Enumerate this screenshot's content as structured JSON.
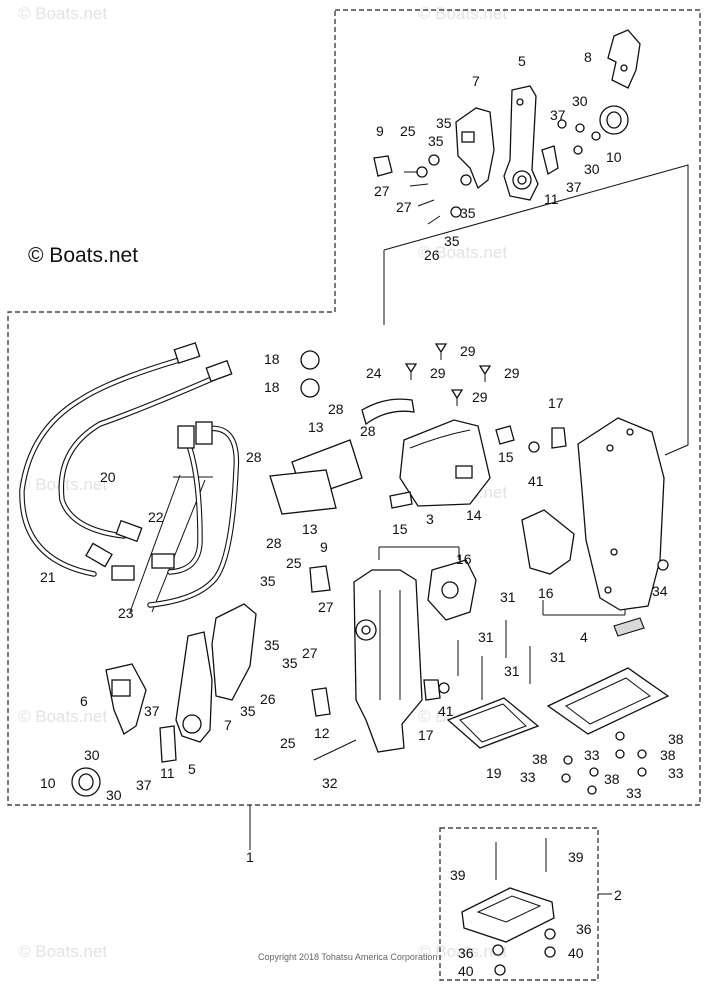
{
  "watermark": {
    "text": "© Boats.net"
  },
  "brand_label": "© Boats.net",
  "copyright": "Copyright 2018 Tohatsu America Corporation",
  "callouts": [
    {
      "id": "c8",
      "n": "8"
    },
    {
      "id": "c5",
      "n": "5"
    },
    {
      "id": "c7",
      "n": "7"
    },
    {
      "id": "c30a",
      "n": "30"
    },
    {
      "id": "c37a",
      "n": "37"
    },
    {
      "id": "c9a",
      "n": "9"
    },
    {
      "id": "c25a",
      "n": "25"
    },
    {
      "id": "c35a",
      "n": "35"
    },
    {
      "id": "c35b",
      "n": "35"
    },
    {
      "id": "c30b",
      "n": "30"
    },
    {
      "id": "c10a",
      "n": "10"
    },
    {
      "id": "c37b",
      "n": "37"
    },
    {
      "id": "c11a",
      "n": "11"
    },
    {
      "id": "c27a",
      "n": "27"
    },
    {
      "id": "c27b",
      "n": "27"
    },
    {
      "id": "c35c",
      "n": "35"
    },
    {
      "id": "c35d",
      "n": "35"
    },
    {
      "id": "c26a",
      "n": "26"
    },
    {
      "id": "c29a",
      "n": "29"
    },
    {
      "id": "c18a",
      "n": "18"
    },
    {
      "id": "c29b",
      "n": "29"
    },
    {
      "id": "c29c",
      "n": "29"
    },
    {
      "id": "c18b",
      "n": "18"
    },
    {
      "id": "c24",
      "n": "24"
    },
    {
      "id": "c29d",
      "n": "29"
    },
    {
      "id": "c28a",
      "n": "28"
    },
    {
      "id": "c17a",
      "n": "17"
    },
    {
      "id": "c13a",
      "n": "13"
    },
    {
      "id": "c28b",
      "n": "28"
    },
    {
      "id": "c15a",
      "n": "15"
    },
    {
      "id": "c20",
      "n": "20"
    },
    {
      "id": "c28c",
      "n": "28"
    },
    {
      "id": "c41a",
      "n": "41"
    },
    {
      "id": "c14",
      "n": "14"
    },
    {
      "id": "c22",
      "n": "22"
    },
    {
      "id": "c3",
      "n": "3"
    },
    {
      "id": "c15b",
      "n": "15"
    },
    {
      "id": "c13b",
      "n": "13"
    },
    {
      "id": "c28d",
      "n": "28"
    },
    {
      "id": "c21",
      "n": "21"
    },
    {
      "id": "c9b",
      "n": "9"
    },
    {
      "id": "c25b",
      "n": "25"
    },
    {
      "id": "c16a",
      "n": "16"
    },
    {
      "id": "c35e",
      "n": "35"
    },
    {
      "id": "c27c",
      "n": "27"
    },
    {
      "id": "c23",
      "n": "23"
    },
    {
      "id": "c16b",
      "n": "16"
    },
    {
      "id": "c34",
      "n": "34"
    },
    {
      "id": "c31a",
      "n": "31"
    },
    {
      "id": "c35f",
      "n": "35"
    },
    {
      "id": "c27d",
      "n": "27"
    },
    {
      "id": "c4",
      "n": "4"
    },
    {
      "id": "c35g",
      "n": "35"
    },
    {
      "id": "c31b",
      "n": "31"
    },
    {
      "id": "c31c",
      "n": "31"
    },
    {
      "id": "c31d",
      "n": "31"
    },
    {
      "id": "c6",
      "n": "6"
    },
    {
      "id": "c26b",
      "n": "26"
    },
    {
      "id": "c37c",
      "n": "37"
    },
    {
      "id": "c35h",
      "n": "35"
    },
    {
      "id": "c7b",
      "n": "7"
    },
    {
      "id": "c41b",
      "n": "41"
    },
    {
      "id": "c25c",
      "n": "25"
    },
    {
      "id": "c12",
      "n": "12"
    },
    {
      "id": "c17b",
      "n": "17"
    },
    {
      "id": "c30c",
      "n": "30"
    },
    {
      "id": "c11b",
      "n": "11"
    },
    {
      "id": "c5b",
      "n": "5"
    },
    {
      "id": "c38a",
      "n": "38"
    },
    {
      "id": "c37d",
      "n": "37"
    },
    {
      "id": "c33a",
      "n": "33"
    },
    {
      "id": "c38b",
      "n": "38"
    },
    {
      "id": "c38c",
      "n": "38"
    },
    {
      "id": "c19",
      "n": "19"
    },
    {
      "id": "c10b",
      "n": "10"
    },
    {
      "id": "c30d",
      "n": "30"
    },
    {
      "id": "c32",
      "n": "32"
    },
    {
      "id": "c33b",
      "n": "33"
    },
    {
      "id": "c38d",
      "n": "38"
    },
    {
      "id": "c33c",
      "n": "33"
    },
    {
      "id": "c33d",
      "n": "33"
    },
    {
      "id": "c1",
      "n": "1"
    },
    {
      "id": "c39a",
      "n": "39"
    },
    {
      "id": "c39b",
      "n": "39"
    },
    {
      "id": "c2",
      "n": "2"
    },
    {
      "id": "c36a",
      "n": "36"
    },
    {
      "id": "c36b",
      "n": "36"
    },
    {
      "id": "c40a",
      "n": "40"
    },
    {
      "id": "c40b",
      "n": "40"
    }
  ]
}
